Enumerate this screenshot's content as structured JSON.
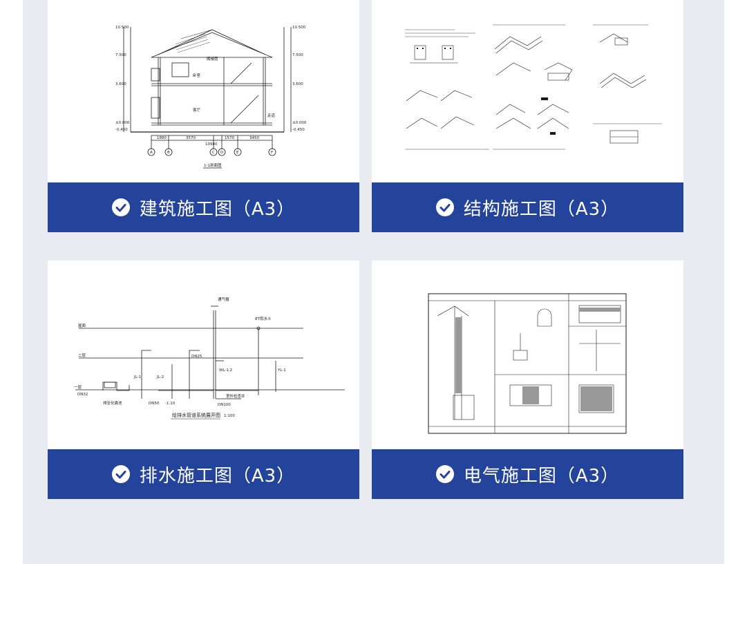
{
  "cards": [
    {
      "title": "建筑施工图（A3）",
      "drawing_name": "1-1剖面图",
      "dims": [
        "1880",
        "3570",
        "1570",
        "3450",
        "10940"
      ],
      "levels_left": [
        "10.500",
        "7.500",
        "3.600",
        "±0.000",
        "-0.450"
      ],
      "levels_right": [
        "10.500",
        "7.500",
        "3.600",
        "±0.000",
        "-0.450"
      ],
      "axes": [
        "A",
        "B",
        "C",
        "D",
        "E",
        "F"
      ],
      "rooms": [
        "阁楼层",
        "卧室",
        "客厅",
        "走道"
      ]
    },
    {
      "title": "结构施工图（A3）"
    },
    {
      "title": "排水施工图（A3）",
      "drawing_name": "给排水管道系统展开图",
      "scale": "1:100",
      "labels": [
        "通气帽",
        "8T雨水斗",
        "DN25",
        "DN32",
        "DN50",
        "DN100",
        "WL-1,2",
        "YL-1",
        "JL-1",
        "JL-2",
        "-1.10",
        "室外检查井",
        "排至化粪池",
        "屋面",
        "二层",
        "一层"
      ]
    },
    {
      "title": "电气施工图（A3）"
    }
  ],
  "colors": {
    "panel_bg": "#e9ebf3",
    "caption_bg": "#24439a",
    "caption_text": "#ffffff",
    "line": "#1a1a1a"
  },
  "icons": [
    "check-circle-icon"
  ]
}
